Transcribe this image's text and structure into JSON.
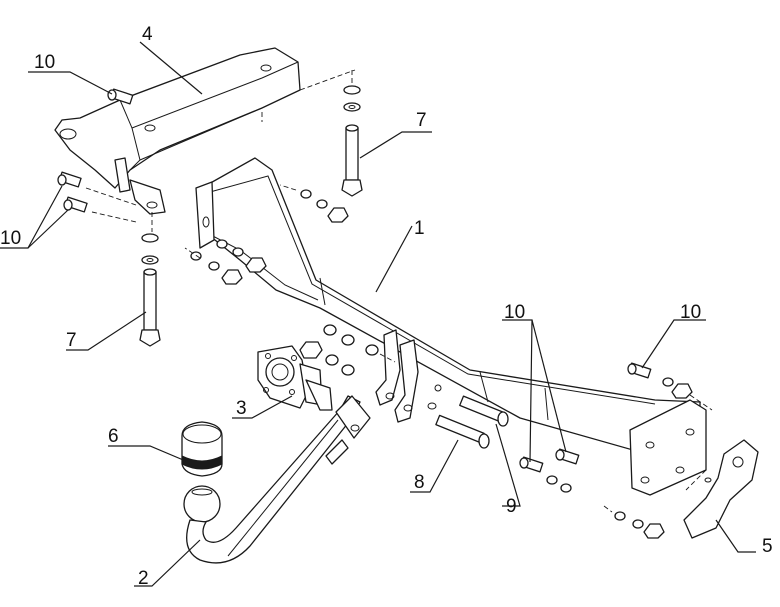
{
  "callouts": {
    "c1": "1",
    "c2": "2",
    "c3": "3",
    "c4": "4",
    "c5": "5",
    "c6": "6",
    "c7a": "7",
    "c7b": "7",
    "c8": "8",
    "c9": "9",
    "c10a": "10",
    "c10b": "10",
    "c10c": "10",
    "c10d": "10"
  }
}
